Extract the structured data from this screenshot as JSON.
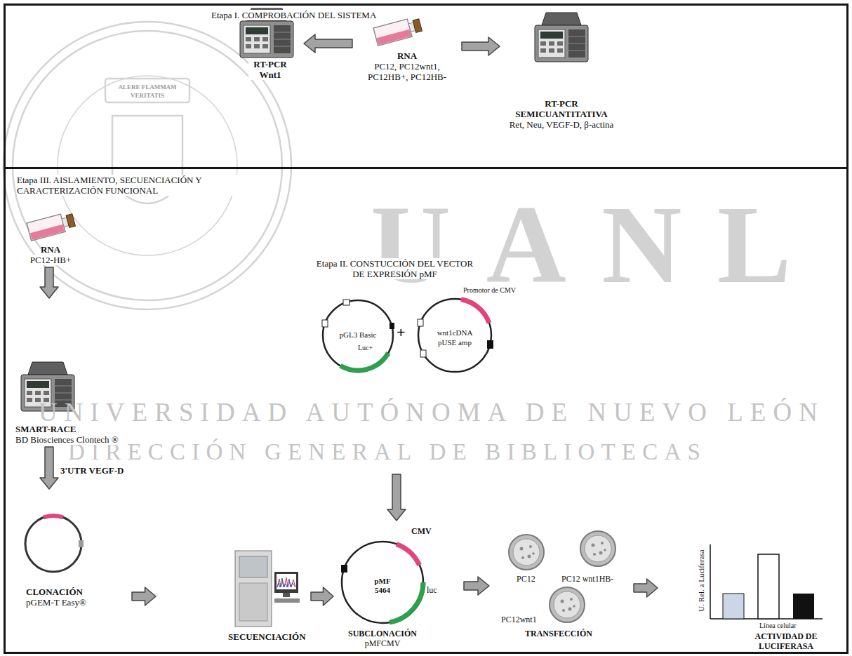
{
  "diagram": {
    "nodes": [
      {
        "text": [
          "Etapa I. COMPROBACIÓN DEL SISTEMA"
        ]
      },
      {
        "text": [
          "RNA",
          "PC12, PC12wnt1, PC12HB+, PC12HB-"
        ],
        "in": 0
      },
      {
        "text": [
          "RT-PCR Wnt1"
        ],
        "in": 0
      },
      {
        "text": [
          "RT-PCR SEMICUANTITATIVA",
          "Ret, Neu, VEGF-D, β-actina"
        ],
        "in": 0
      },
      {
        "text": [
          "Etapa III. AISLAMIENTO, SECUENCIACIÓN Y CARACTERIZACIÓN FUNCIONAL"
        ]
      },
      {
        "text": [
          "RNA",
          "PC12-HB+"
        ],
        "in": 4
      },
      {
        "text": [
          "SMART-RACE",
          "BD Biosciences Clontech ®"
        ],
        "in": 4
      },
      {
        "text": [
          "Etapa II. CONSTUCCIÓN DEL VECTOR DE EXPRESIÓN pMF"
        ],
        "in": 4
      },
      {
        "text": [
          "pGL3 Basic",
          "Luc+"
        ],
        "in": 7
      },
      {
        "text": [
          "Promotor de CMV",
          "wnt1cDNA pUSE amp"
        ],
        "in": 7
      },
      {
        "text": [
          "CLONACIÓN",
          "pGEM-T Easy®"
        ],
        "in": 4
      },
      {
        "text": [
          "SECUENCIACIÓN"
        ],
        "in": 4
      },
      {
        "text": [
          "CMV",
          "pMF 5464",
          "luc",
          "SUBCLONACIÓN",
          "pMFCMV"
        ],
        "in": 4
      },
      {
        "text": [
          "PC12",
          "PC12 wnt1HB-",
          "PC12wnt1",
          "TRANSFECCIÓN"
        ],
        "in": 4
      },
      {
        "text": [
          "U. Rel. a Luciferasa",
          "Línea celular",
          "ACTIVIDAD DE LUCIFERASA"
        ],
        "in": 4
      }
    ],
    "edges": [
      {
        "from": 1,
        "to": 2,
        "arrow": "to"
      },
      {
        "from": 1,
        "to": 3,
        "arrow": "to"
      },
      {
        "from": 5,
        "to": 6,
        "arrow": "to"
      },
      {
        "from": 6,
        "to": 10,
        "arrow": "to",
        "label": "3'UTR VEGF-D"
      },
      {
        "from": 7,
        "to": 12,
        "arrow": "to"
      },
      {
        "from": 10,
        "to": 11,
        "arrow": "to"
      },
      {
        "from": 11,
        "to": 12,
        "arrow": "to"
      },
      {
        "from": 12,
        "to": 13,
        "arrow": "to"
      },
      {
        "from": 13,
        "to": 14,
        "arrow": "to"
      }
    ],
    "labels": [
      "ALERE FLAMMAM VERITATIS",
      "UANL",
      "+",
      "UNIVERSIDAD AUTÓNOMA DE NUEVO LEÓN",
      "DIRECCIÓN GENERAL DE BIBLIOTECAS"
    ]
  }
}
